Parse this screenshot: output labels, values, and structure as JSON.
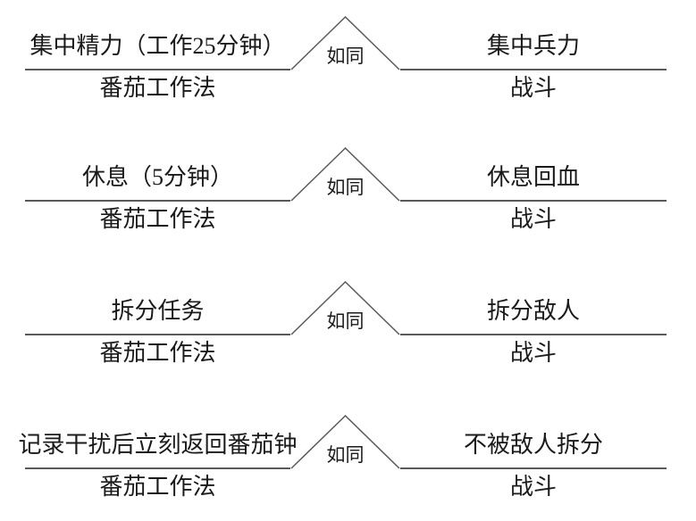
{
  "diagram": {
    "description_type": "analogy-diagram",
    "colors": {
      "line": "#595959",
      "text": "#1a1a1a",
      "background": "#ffffff"
    },
    "rows": [
      {
        "left_top": "集中精力（工作25分钟）",
        "left_bottom": "番茄工作法",
        "connector": "如同",
        "right_top": "集中兵力",
        "right_bottom": "战斗"
      },
      {
        "left_top": "休息（5分钟）",
        "left_bottom": "番茄工作法",
        "connector": "如同",
        "right_top": "休息回血",
        "right_bottom": "战斗"
      },
      {
        "left_top": "拆分任务",
        "left_bottom": "番茄工作法",
        "connector": "如同",
        "right_top": "拆分敌人",
        "right_bottom": "战斗"
      },
      {
        "left_top": "记录干扰后立刻返回番茄钟",
        "left_bottom": "番茄工作法",
        "connector": "如同",
        "right_top": "不被敌人拆分",
        "right_bottom": "战斗"
      }
    ]
  }
}
